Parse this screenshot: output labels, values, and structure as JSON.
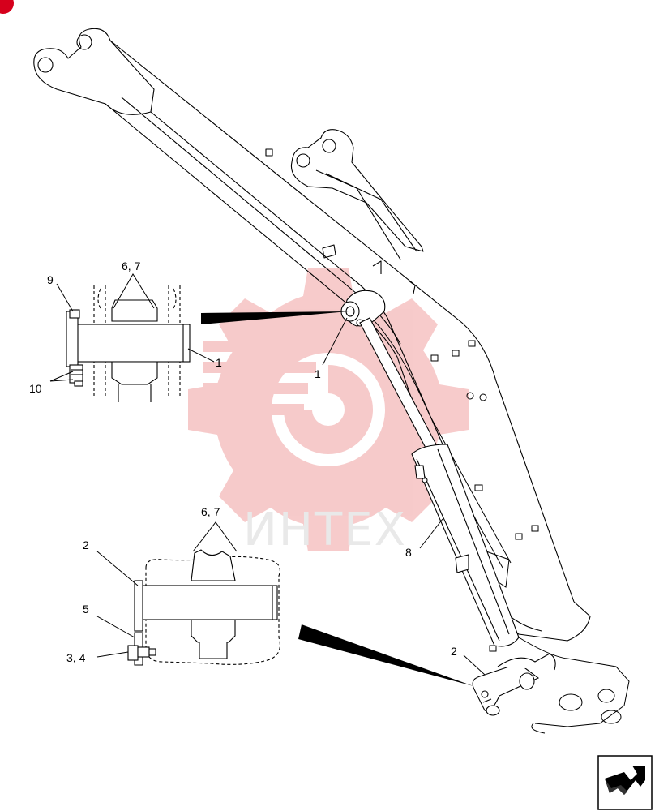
{
  "diagram": {
    "watermark_text": "ИНТЕХ",
    "callouts": {
      "top_detail_67": "6, 7",
      "top_detail_9": "9",
      "top_detail_10": "10",
      "top_detail_1": "1",
      "main_1": "1",
      "main_8": "8",
      "main_2": "2",
      "bottom_detail_67": "6, 7",
      "bottom_detail_2": "2",
      "bottom_detail_5": "5",
      "bottom_detail_34": "3, 4"
    }
  },
  "colors": {
    "watermark": "#f6c5c5",
    "corner_badge": "#d6001c",
    "line": "#000000"
  },
  "icons": {
    "corner": "corner-badge-icon",
    "navigation": "next-page-arrow-icon"
  }
}
